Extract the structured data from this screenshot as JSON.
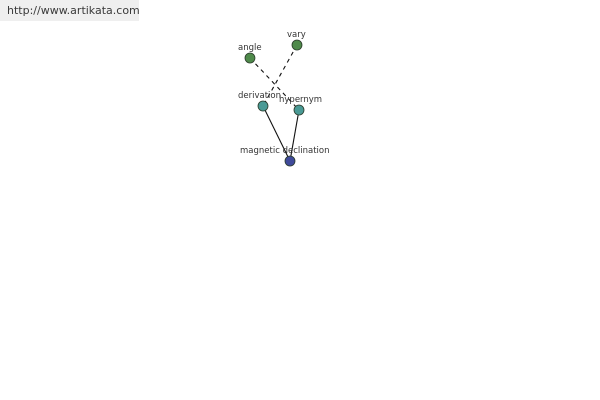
{
  "banner": {
    "url": "http://www.artikata.com"
  },
  "graph": {
    "nodes": [
      {
        "id": "angle",
        "label": "angle",
        "color": "#4f8a4b"
      },
      {
        "id": "vary",
        "label": "vary",
        "color": "#4f8a4b"
      },
      {
        "id": "derivation",
        "label": "derivation",
        "color": "#4a9a95"
      },
      {
        "id": "hypernym",
        "label": "hypernym",
        "color": "#4a9a95"
      },
      {
        "id": "magnetic_declination",
        "label": "magnetic declination",
        "color": "#3f4a9a"
      }
    ],
    "edges": [
      {
        "from": "angle",
        "to": "hypernym",
        "style": "dashed"
      },
      {
        "from": "vary",
        "to": "derivation",
        "style": "dashed"
      },
      {
        "from": "derivation",
        "to": "magnetic_declination",
        "style": "solid"
      },
      {
        "from": "hypernym",
        "to": "magnetic_declination",
        "style": "solid"
      }
    ]
  }
}
